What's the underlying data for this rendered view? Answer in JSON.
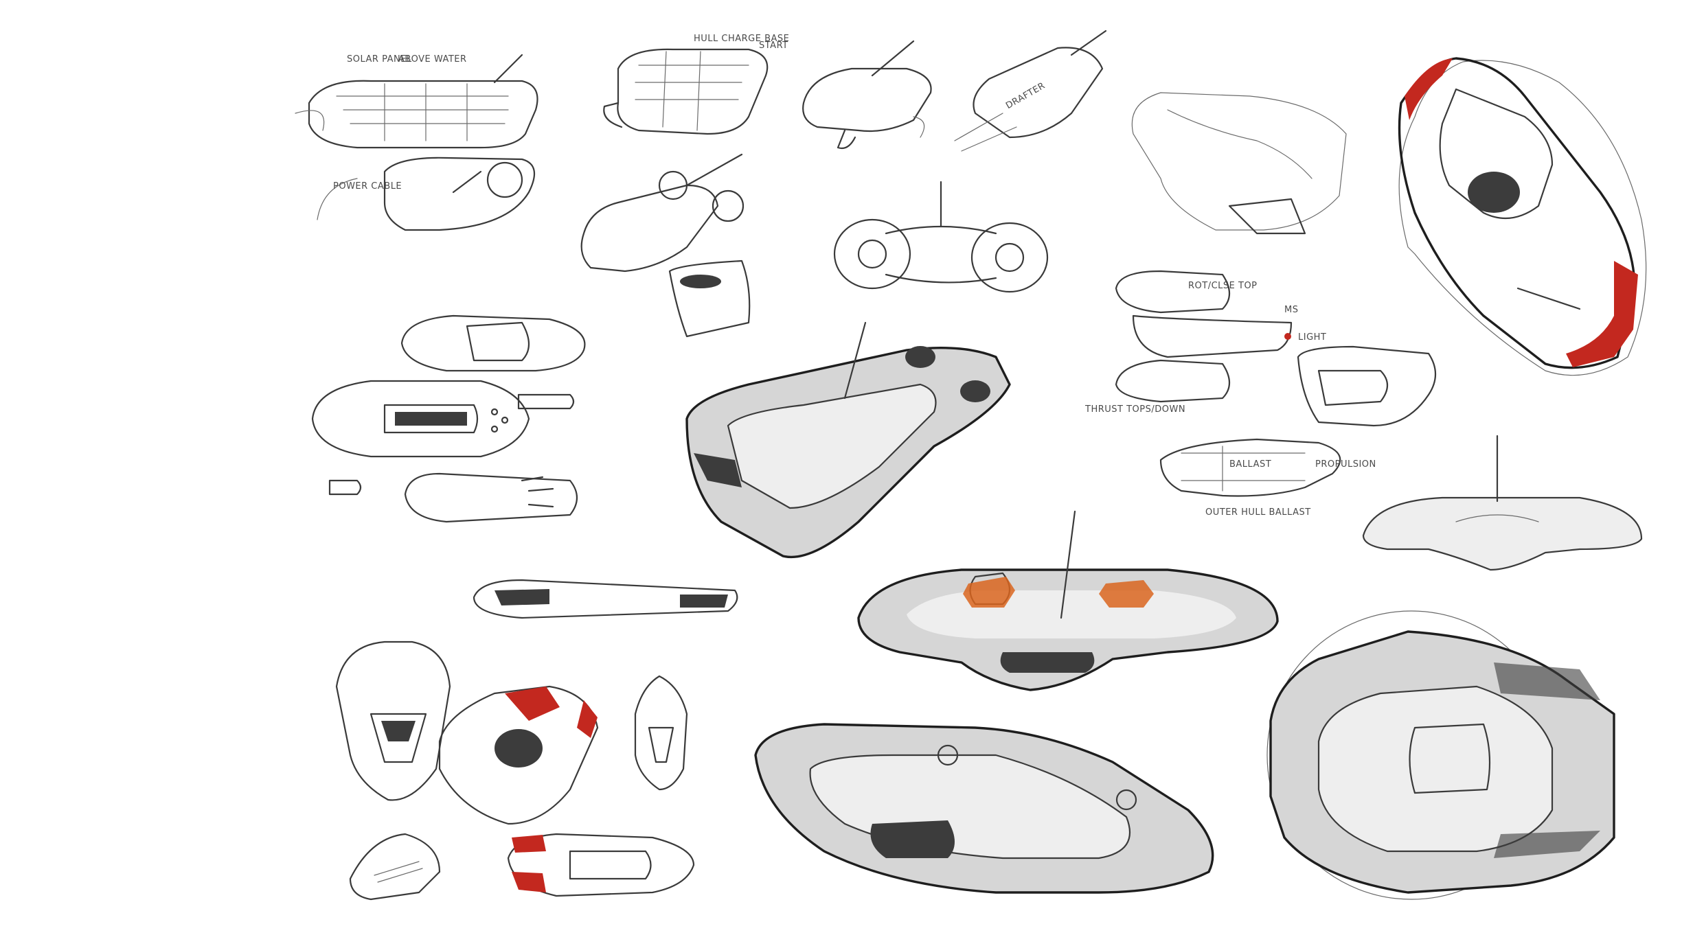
{
  "sheet": {
    "accent_colors": {
      "red": "#c3281f",
      "orange": "#d9651e",
      "shading": "#d6d6d6"
    }
  },
  "annotations": {
    "solar_panel": "SOLAR PANEL",
    "above_water": "ABOVE WATER",
    "power_cable": "POWER CABLE",
    "hull_charge_base": "HULL CHARGE BASE",
    "start": "START",
    "drafter": "DRAFTER",
    "rotor_top": "ROT/CLSE TOP",
    "ms": "MS",
    "light": "LIGHT",
    "thrust_tops_down": "THRUST TOPS/DOWN",
    "ballast": "BALLAST",
    "outer_hull_ballast": "OUTER HULL BALLAST",
    "propulsion": "PROPULSION"
  }
}
